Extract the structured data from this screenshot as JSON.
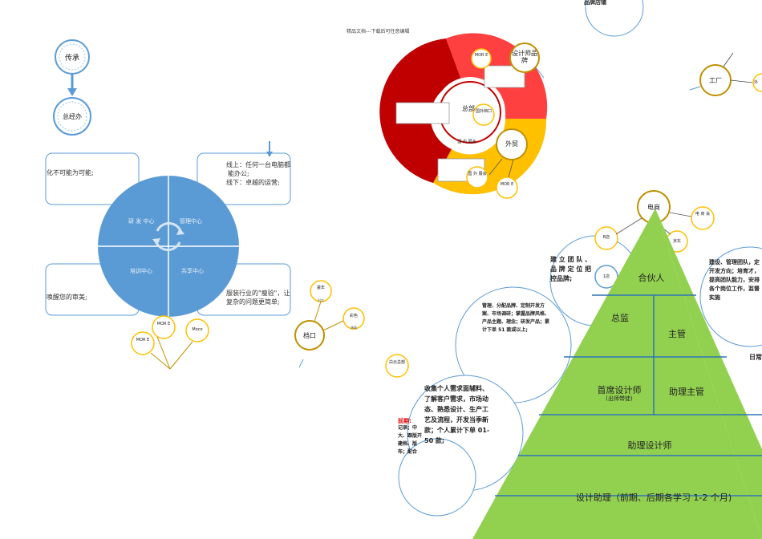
{
  "header_note": "精品文档---下载后可任意编辑",
  "left_flow": {
    "top_node": "传承",
    "second_node": "总经办"
  },
  "center_circle": {
    "q1": "研 发 中心",
    "q2": "管理中心",
    "q3": "培训中心",
    "q4": "共享中心"
  },
  "side_boxes": {
    "top_left": "化不可能为可能;",
    "top_right_line1": "线上：任何一台电脑都",
    "top_right_line2": "能办公;",
    "top_right_line3": "线下：卓越的运营;",
    "bottom_left": "唤醒您的审美;",
    "bottom_right_line1": "服装行业的\"瘦验\"，让",
    "bottom_right_line2": "复杂的问题更简单;"
  },
  "left_small_circles": {
    "mor1": "MOR E",
    "mor2": "MOR E",
    "moco": "Moco"
  },
  "dangkou_cluster": {
    "main": "档口",
    "tongnian": "童年",
    "tongnian_sub": "时尚",
    "caise": "彩色",
    "caise_sub": "薄藤",
    "baiyun": "白云总部"
  },
  "donut": {
    "center": "总部",
    "designer_brand": "设计师品牌",
    "more_top": "MOR E",
    "guowai_top": "国外档口",
    "guonei": "国 内 展会",
    "waimao": "外贸",
    "guowai_bottom": "国 外 展会",
    "more_bottom": "MOR E"
  },
  "top_right": {
    "brand_store": "品牌店铺",
    "factory": "工厂",
    "wai": "外",
    "dianshang": "电商",
    "dianshang_sub": "电 商 会",
    "b_store": "B店",
    "jd": "京东",
    "one_store": "1店"
  },
  "pyramid": {
    "level1": "合伙人",
    "level2_left": "总监",
    "level2_right": "主管",
    "level3_left": "首席设计师",
    "level3_left_sub": "(出师带徒)",
    "level3_right": "助理主管",
    "level4": "助理设计师",
    "level5": "设计助理（前期、后期各学习 1-2 个月)"
  },
  "annotations": {
    "brand_team": "建 立 团 队 、品 牌 定 位 把 控品牌;",
    "right_note": "建设、管理团队，定开发方向；培育才，提高团队能力，安排各个岗位工作，监督实施",
    "daily": "日常",
    "mid_note": "管理、分配品牌、定制开发方案、市场调研；掌握品牌风格、产品主题、理念；研发产品；累计下单 51 款或以上;",
    "collect_note": "收集个人需求面辅料、了解客户需求，市场动态、熟悉设计、生产工艺及流程，开发当季新款；个人累计下单 01-50 款;",
    "early_label": "前期:",
    "early_note": "记录；中大、跟版开建档、版布；配合"
  },
  "colors": {
    "blue_circle": "#5b9bd5",
    "green_pyramid": "#92d050",
    "red_dark": "#c00000",
    "red_light": "#ff4040",
    "yellow": "#ffc000",
    "gold_border": "#bf9000"
  }
}
